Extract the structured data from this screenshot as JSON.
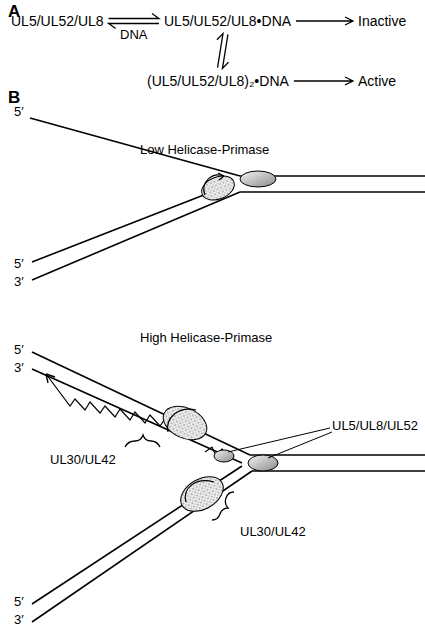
{
  "diagram": {
    "nodes": [
      {
        "text": [
          "UL5/UL52/UL8"
        ]
      },
      {
        "text": [
          "UL5/UL52/UL8•DNA"
        ]
      },
      {
        "text": [
          "Inactive"
        ]
      },
      {
        "text": [
          "(UL5/UL52/UL8)₂•DNA"
        ]
      },
      {
        "text": [
          "Active"
        ]
      }
    ],
    "edges": [
      {
        "from": 0,
        "to": 1,
        "arrow": "both",
        "label": "DNA"
      },
      {
        "from": 1,
        "to": 2,
        "arrow": "to"
      },
      {
        "from": 1,
        "to": 3,
        "arrow": "both"
      },
      {
        "from": 3,
        "to": 4,
        "arrow": "to"
      }
    ],
    "labels": [
      "A",
      "B",
      "Low Helicase-Primase",
      "5′",
      "5′",
      "3′",
      "High Helicase-Primase",
      "5′",
      "3′",
      "UL30/UL42",
      "UL5/UL8/UL52",
      "UL30/UL42",
      "5′",
      "3′"
    ]
  }
}
